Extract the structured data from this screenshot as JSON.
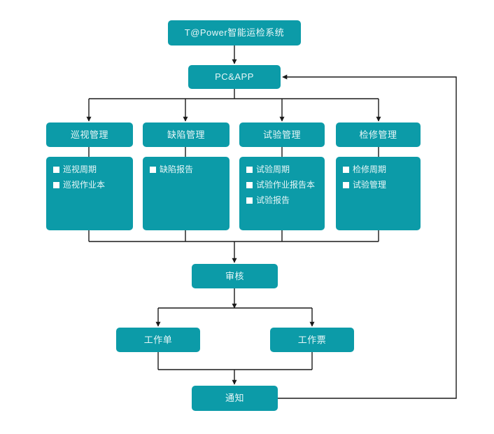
{
  "diagram": {
    "title_node": "T@Power智能运检系统",
    "platform_node": "PC&APP",
    "review_node": "审核",
    "work_order_node": "工作单",
    "work_ticket_node": "工作票",
    "notify_node": "通知",
    "modules": [
      {
        "label": "巡视管理",
        "items": [
          "巡视周期",
          "巡视作业本"
        ]
      },
      {
        "label": "缺陷管理",
        "items": [
          "缺陷报告"
        ]
      },
      {
        "label": "试验管理",
        "items": [
          "试验周期",
          "试验作业报告本",
          "试验报告"
        ]
      },
      {
        "label": "检修管理",
        "items": [
          "检修周期",
          "试验管理"
        ]
      }
    ],
    "colors": {
      "node_fill": "#0c9ba8",
      "node_text": "#e8f7f8",
      "bullet": "#ffffff",
      "connector": "#1a1a1a",
      "background": "#ffffff"
    }
  }
}
